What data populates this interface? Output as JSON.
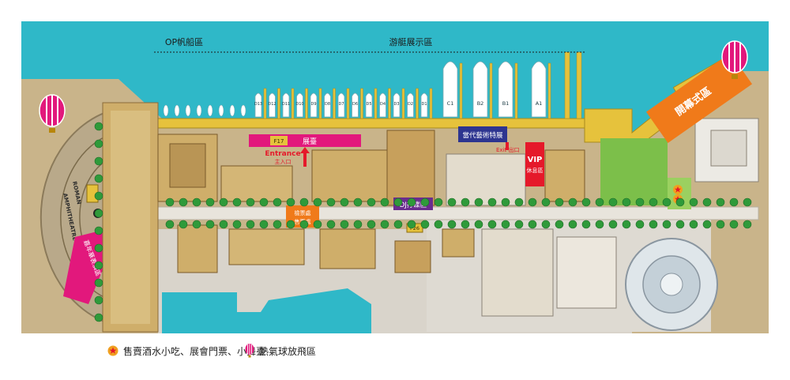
{
  "zones": {
    "op_sailing": "OP帆船區",
    "yacht_display": "游艇展示區",
    "opening": "開幕式區",
    "exhibition": "展臺",
    "contemporary_art": "當代藝術特展",
    "dj": "DJ打碟區",
    "vip": "VIP",
    "vip_rest": "休息區",
    "entrance": "Entrance",
    "entrance_zh": "主入口",
    "exit": "Exit 出口",
    "ticket_line1": "檢票處",
    "ticket_line2": "售票處",
    "f17": "F17",
    "f26": "F26",
    "amph_line1": "ROMAN",
    "amph_line2": "AMPHITHEATRE",
    "pink_label": "嘉年華表演區"
  },
  "berths": [
    "D13",
    "D12",
    "D11",
    "D10",
    "D9",
    "D8",
    "D7",
    "D6",
    "D5",
    "D4",
    "D3",
    "D2",
    "D1",
    "C1",
    "B2",
    "B1",
    "A1"
  ],
  "legend": {
    "food": "售賣酒水小吃、展會門票、小舞臺",
    "balloon": "熱氣球放飛區"
  },
  "colors": {
    "sea": "#2fb8c8",
    "dock": "#e6c23c",
    "magenta": "#e2187c",
    "orange": "#f07a1a",
    "purple": "#6a2c8e",
    "navy": "#2d3590",
    "red": "#e5192a",
    "tree": "#2f9a3a"
  }
}
